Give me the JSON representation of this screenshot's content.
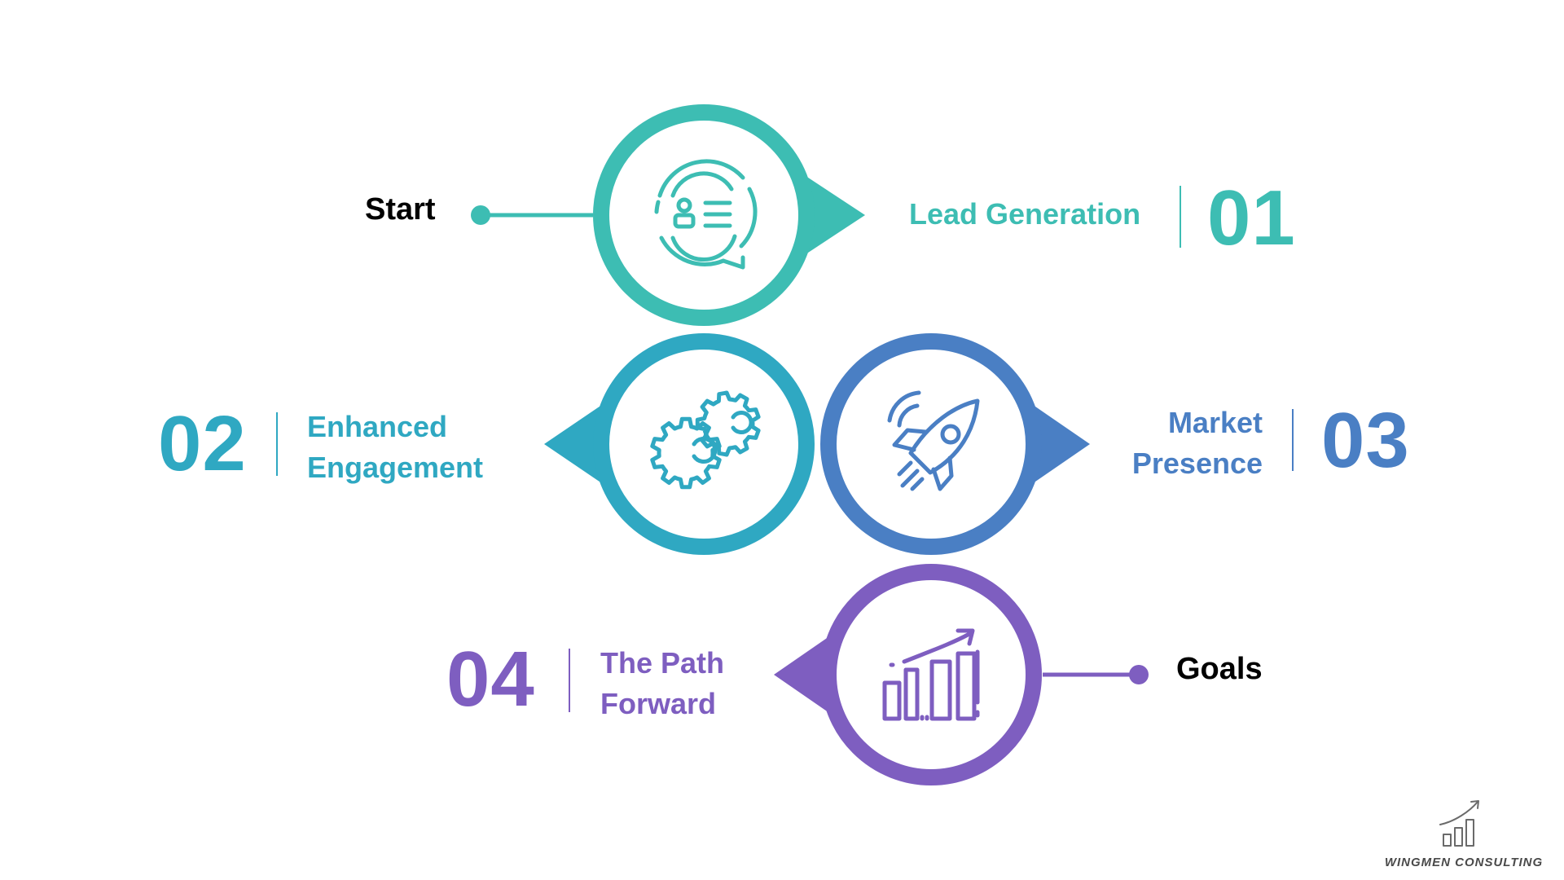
{
  "colors": {
    "step1": "#3dbdb3",
    "step2": "#2fa8c2",
    "step3": "#4a7fc4",
    "step4": "#7e5ec0",
    "dark": "#000000",
    "brand": "#555555"
  },
  "start_label": "Start",
  "goals_label": "Goals",
  "steps": [
    {
      "number": "01",
      "title": [
        "Lead Generation"
      ],
      "icon": "lead-contact-icon"
    },
    {
      "number": "02",
      "title": [
        "Enhanced",
        "Engagement"
      ],
      "icon": "gears-icon"
    },
    {
      "number": "03",
      "title": [
        "Market",
        "Presence"
      ],
      "icon": "rocket-icon"
    },
    {
      "number": "04",
      "title": [
        "The Path",
        "Forward"
      ],
      "icon": "growth-chart-icon"
    }
  ],
  "brand": {
    "name": "WINGMEN CONSULTING",
    "icon": "bar-chart-arrow-icon"
  }
}
